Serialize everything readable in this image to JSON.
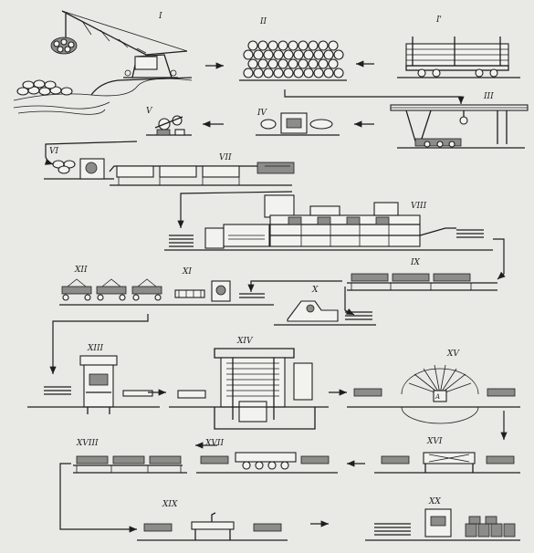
{
  "stages": [
    {
      "id": "crane",
      "label": "I"
    },
    {
      "id": "log-stack",
      "label": "II"
    },
    {
      "id": "rail-wagon",
      "label": "I'"
    },
    {
      "id": "gantry-crane",
      "label": "III"
    },
    {
      "id": "saw",
      "label": "IV"
    },
    {
      "id": "debarker",
      "label": "V"
    },
    {
      "id": "peeler",
      "label": "VI"
    },
    {
      "id": "conveyor",
      "label": "VII"
    },
    {
      "id": "dryer",
      "label": "VIII"
    },
    {
      "id": "sorting",
      "label": "IX"
    },
    {
      "id": "glue",
      "label": "X"
    },
    {
      "id": "assembly",
      "label": "XI"
    },
    {
      "id": "stacks",
      "label": "XII"
    },
    {
      "id": "prepress",
      "label": "XIII"
    },
    {
      "id": "hot-press",
      "label": "XIV"
    },
    {
      "id": "circular-saw",
      "label": "XV"
    },
    {
      "id": "trimmer",
      "label": "XVI"
    },
    {
      "id": "sander",
      "label": "XVII"
    },
    {
      "id": "inspection",
      "label": "XVIII"
    },
    {
      "id": "grading",
      "label": "XIX"
    },
    {
      "id": "packing",
      "label": "XX"
    }
  ]
}
